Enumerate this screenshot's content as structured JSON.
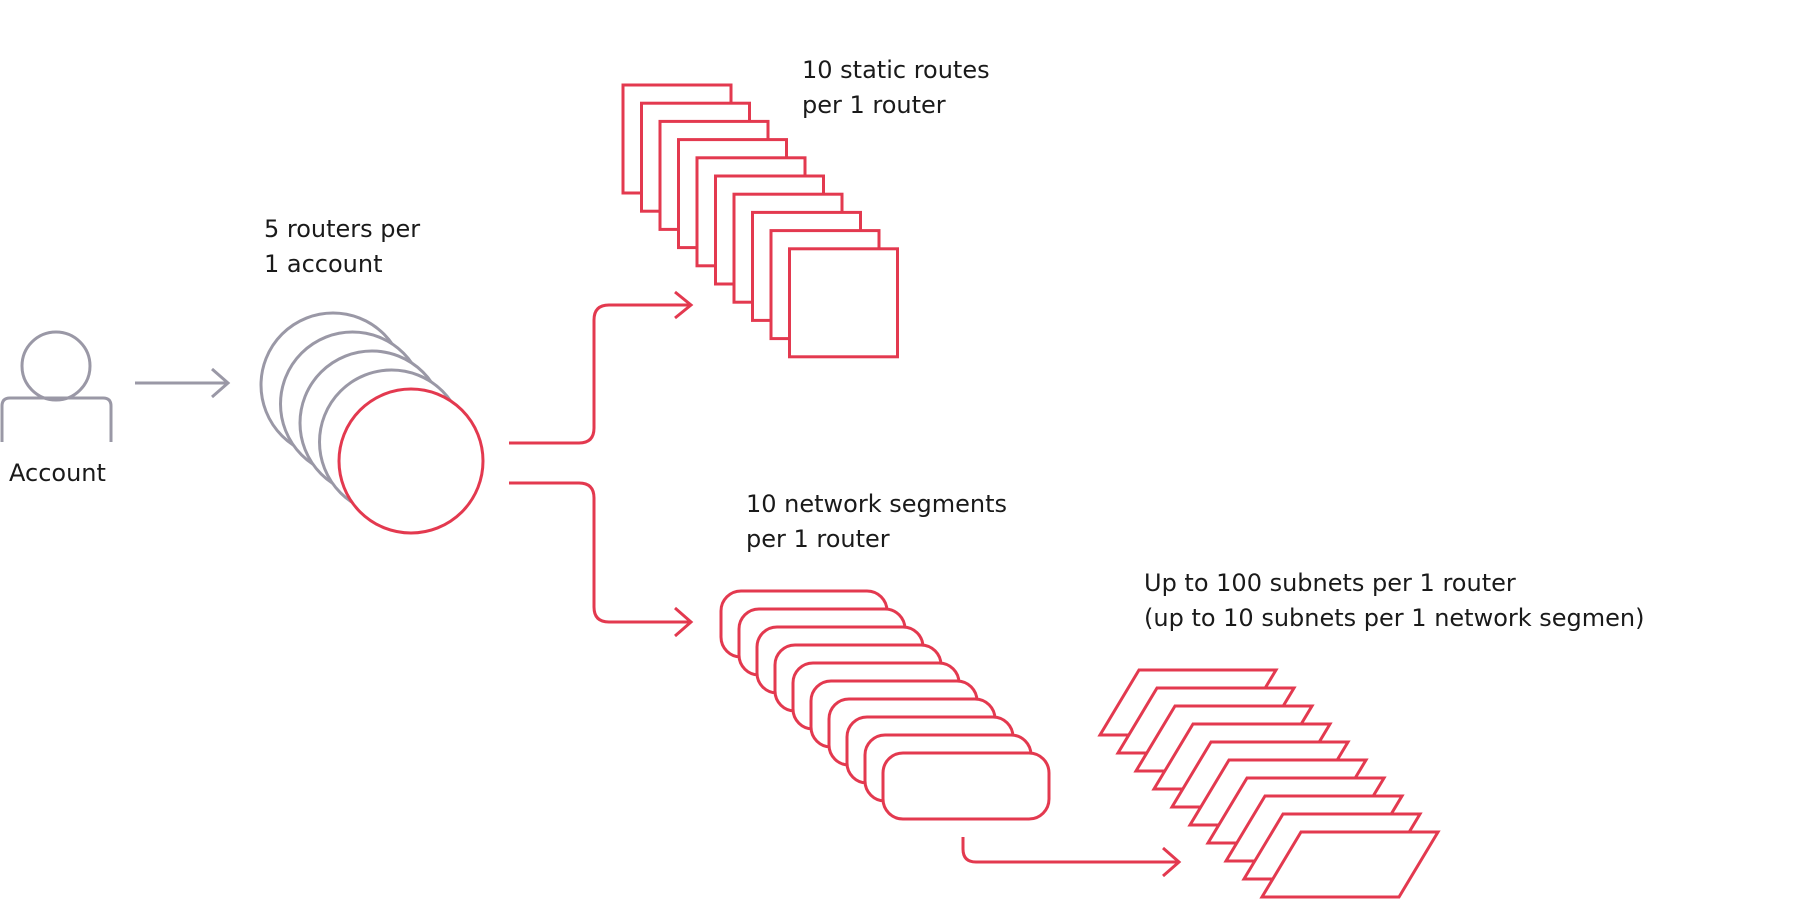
{
  "colors": {
    "accent": "#e3394f",
    "neutral": "#9a98a6",
    "text": "#1a1a1a"
  },
  "account": {
    "label": "Account",
    "icon": "user-icon"
  },
  "routers": {
    "line1": "5 routers per",
    "line2": "1 account",
    "count": 5,
    "icon": "router-circle-icon"
  },
  "static_routes": {
    "line1": "10 static routes",
    "line2": "per 1 router",
    "count": 10,
    "icon": "square-icon"
  },
  "network_segments": {
    "line1": "10 network segments",
    "line2": "per 1 router",
    "count": 10,
    "icon": "rounded-rect-icon"
  },
  "subnets": {
    "line1": "Up to 100 subnets per 1 router",
    "line2": "(up to 10 subnets per 1 network segmen)",
    "count": 10,
    "icon": "parallelogram-icon"
  }
}
